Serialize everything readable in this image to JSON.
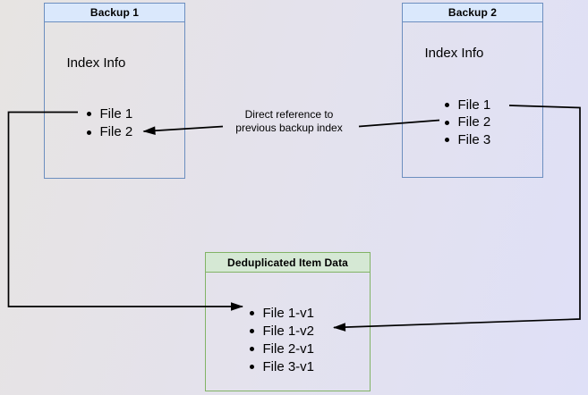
{
  "diagram": {
    "backup1": {
      "title": "Backup 1",
      "index_label": "Index Info",
      "files": [
        "File 1",
        "File 2"
      ]
    },
    "backup2": {
      "title": "Backup 2",
      "index_label": "Index Info",
      "files": [
        "File 1",
        "File 2",
        "File 3"
      ]
    },
    "dedup_store": {
      "title": "Deduplicated Item Data",
      "files": [
        "File 1-v1",
        "File 1-v2",
        "File 2-v1",
        "File 3-v1"
      ]
    },
    "annotation": {
      "line1": "Direct reference to",
      "line2": "previous backup index"
    }
  },
  "colors": {
    "blue_box_border": "#6c8ebf",
    "blue_header_fill": "#dae8fc",
    "green_box_border": "#82b366",
    "green_header_fill": "#d5e8d4",
    "connector": "#000000",
    "text": "#000000"
  }
}
